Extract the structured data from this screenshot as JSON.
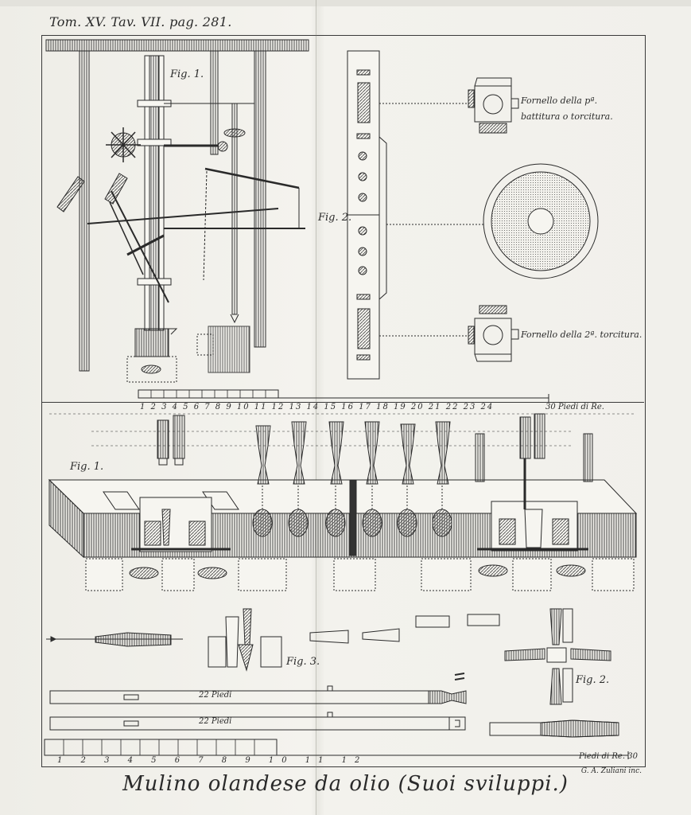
{
  "header": {
    "reference": "Tom. XV. Tav. VII. pag. 281."
  },
  "figures": {
    "fig1_top": "Fig. 1.",
    "fig2_top": "Fig. 2.",
    "fig1_bottom": "Fig. 1.",
    "fig3": "Fig. 3.",
    "fig2_bottom": "Fig. 2."
  },
  "annotations": {
    "furnace_first_line1": "Fornello della pª.",
    "furnace_first_line2": "battitura o torcitura.",
    "furnace_second": "Fornello della 2ª. torcitura."
  },
  "scales": {
    "top_numbers": "1 2 3 4 5 6 7 8 9 10 11 12 13 14 15 16 17 18 19 20 21 22 23 24",
    "top_unit": "30 Piedi di Re.",
    "bottom_numbers": "1 2 3 4 5 6 7 8 9 10 11 12",
    "bottom_unit": "Piedi di Re. 30"
  },
  "shafts": {
    "length_1": "22 Piedi",
    "length_2": "22 Piedi"
  },
  "footer": {
    "title": "Mulino olandese da olio (Suoi sviluppi.)",
    "engraver": "G. A. Zuliani inc."
  }
}
